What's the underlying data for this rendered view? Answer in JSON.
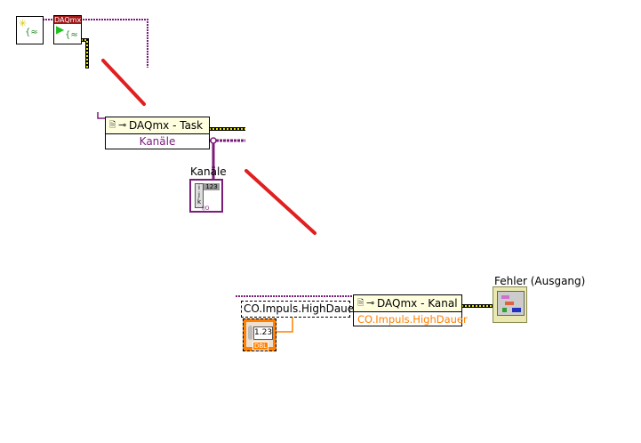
{
  "nodes": {
    "create_task": {
      "icon": "create-task-icon"
    },
    "start_task": {
      "header": "DAQmx"
    },
    "task_property": {
      "title": "DAQmx - Task",
      "property": "Kanäle"
    },
    "channel_property": {
      "title": "DAQmx - Kanal",
      "property": "CO.Impuls.HighDauer"
    }
  },
  "indicators": {
    "kanaele": {
      "label": "Kanäle",
      "type": "123",
      "io": "I/O"
    },
    "error_out": {
      "label": "Fehler (Ausgang)"
    }
  },
  "constants": {
    "property_name": "CO.Impuls.HighDauer"
  },
  "controls": {
    "numeric": {
      "value": "1.23",
      "type": "DBL"
    }
  },
  "colors": {
    "refnum_wire": "#7b1d7b",
    "error_wire": "#c8c800",
    "dbl_wire": "#ff8000",
    "annotation": "#e02020"
  }
}
